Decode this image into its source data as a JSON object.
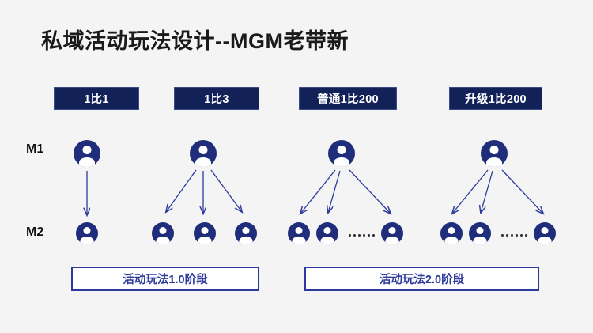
{
  "slide": {
    "title": "私域活动玩法设计--MGM老带新",
    "background_color": "#f4f4f4",
    "accent_navy": "#122258",
    "accent_blue": "#1f2d7a",
    "accent_border_blue": "#2c3a9c"
  },
  "row_labels": {
    "m1": "M1",
    "m2": "M2"
  },
  "ratio_chips": [
    {
      "label": "1比1"
    },
    {
      "label": "1比3"
    },
    {
      "label": "普通1比200"
    },
    {
      "label": "升级1比200"
    }
  ],
  "groups": [
    {
      "name": "group-1-to-1",
      "chip": "1比1",
      "parent_count": 1,
      "child_count": 1,
      "arrow_count": 1,
      "has_ellipsis": false
    },
    {
      "name": "group-1-to-3",
      "chip": "1比3",
      "parent_count": 1,
      "child_count": 3,
      "arrow_count": 3,
      "has_ellipsis": false
    },
    {
      "name": "group-normal-1-to-200",
      "chip": "普通1比200",
      "parent_count": 1,
      "child_count": 3,
      "arrow_count": 3,
      "has_ellipsis": true,
      "ellipsis_dots": 6
    },
    {
      "name": "group-upgraded-1-to-200",
      "chip": "升级1比200",
      "parent_count": 1,
      "child_count": 3,
      "arrow_count": 3,
      "has_ellipsis": true,
      "ellipsis_dots": 6
    }
  ],
  "stage_boxes": [
    {
      "label": "活动玩法1.0阶段"
    },
    {
      "label": "活动玩法2.0阶段"
    }
  ],
  "icons": {
    "person": "person-avatar-icon",
    "arrow": "down-arrow-icon",
    "ellipsis": "ellipsis-dots-icon"
  }
}
